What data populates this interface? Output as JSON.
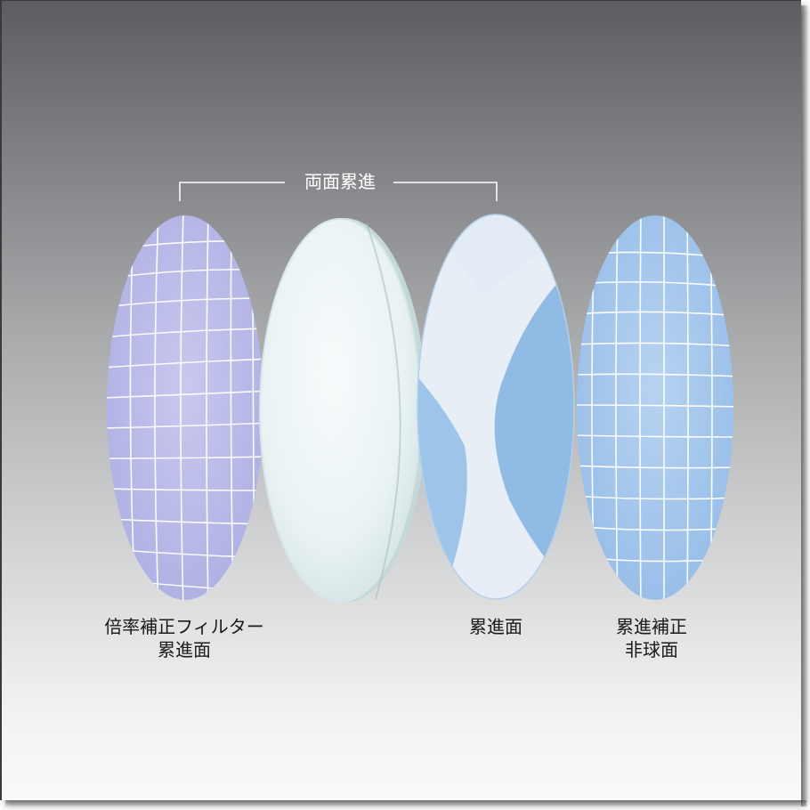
{
  "bracket_label": "両面累進",
  "labels": {
    "left_line1": "倍率補正フィルター",
    "left_line2": "累進面",
    "center": "累進面",
    "right_line1": "累進補正",
    "right_line2": "非球面"
  },
  "colors": {
    "lens_left": "#b9b8e8",
    "lens_clear": "#eef4f6",
    "lens_progressive": "#9cc4e8",
    "lens_right": "#a9c8ee"
  }
}
